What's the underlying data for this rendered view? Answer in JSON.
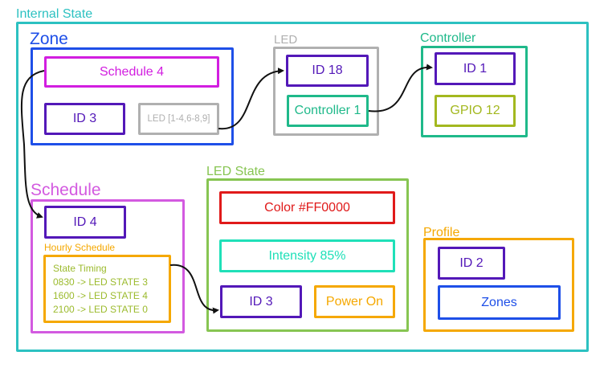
{
  "internal_state": {
    "title": "Internal State"
  },
  "zone": {
    "title": "Zone",
    "schedule_ref": "Schedule 4",
    "id": "ID 3",
    "led_ref": "LED [1-4,6-8,9]"
  },
  "led": {
    "title": "LED",
    "id": "ID 18",
    "controller_ref": "Controller 1"
  },
  "controller": {
    "title": "Controller",
    "id": "ID 1",
    "gpio": "GPIO 12"
  },
  "schedule": {
    "title": "Schedule",
    "id": "ID 4",
    "hourly_title": "Hourly Schedule",
    "timing_title": "State Timing",
    "timing_lines": [
      "0830 -> LED STATE 3",
      "1600 -> LED STATE 4",
      "2100 -> LED STATE 0"
    ]
  },
  "led_state": {
    "title": "LED State",
    "color": "Color #FF0000",
    "intensity": "Intensity 85%",
    "id": "ID 3",
    "power": "Power On"
  },
  "profile": {
    "title": "Profile",
    "id": "ID 2",
    "zones": "Zones"
  },
  "colors": {
    "teal": "#2cc1c1",
    "blue": "#1e4fe8",
    "magenta": "#d21ee0",
    "purple": "#5318b8",
    "gray": "#b0b0b0",
    "green_teal": "#1fb98a",
    "olive": "#a3b81f",
    "pink": "#d35ae0",
    "orange": "#f5a800",
    "light_green": "#87c552",
    "red": "#e01a1a",
    "cyan": "#1fe0b8",
    "timing_text": "#9cbb2e"
  }
}
